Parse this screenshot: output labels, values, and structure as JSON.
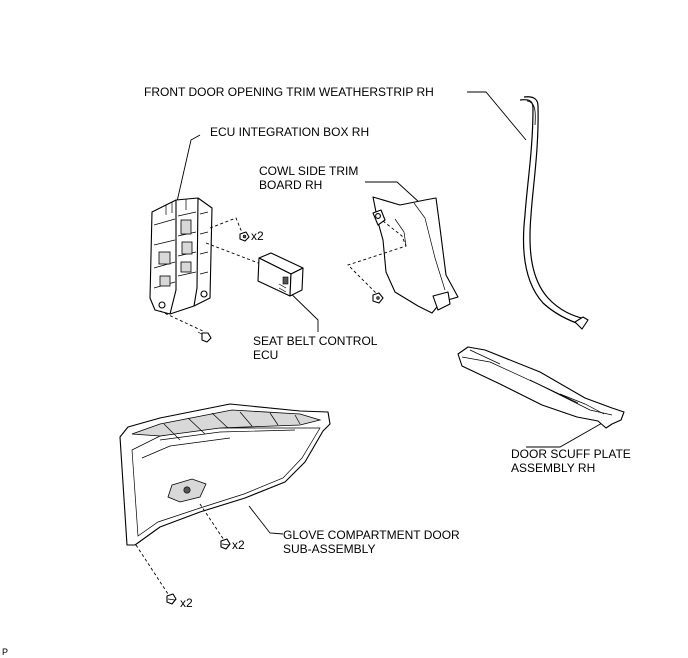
{
  "labels": {
    "weatherstrip_line1": "FRONT DOOR OPENING TRIM WEATHERSTRIP RH",
    "ecu_box_line1": "ECU INTEGRATION  BOX RH",
    "cowl_line1": "COWL SIDE TRIM",
    "cowl_line2": "BOARD RH",
    "seatbelt_line1": "SEAT BELT CONTROL",
    "seatbelt_line2": "ECU",
    "scuff_line1": "DOOR SCUFF PLATE",
    "scuff_line2": "ASSEMBLY RH",
    "glove_line1": "GLOVE COMPARTMENT DOOR",
    "glove_line2": "SUB-ASSEMBLY"
  },
  "fastener_counts": {
    "ecu_box_nuts": "x2",
    "glove_upper_screws": "x2",
    "glove_lower_screws": "x2"
  },
  "corner_mark": "P"
}
